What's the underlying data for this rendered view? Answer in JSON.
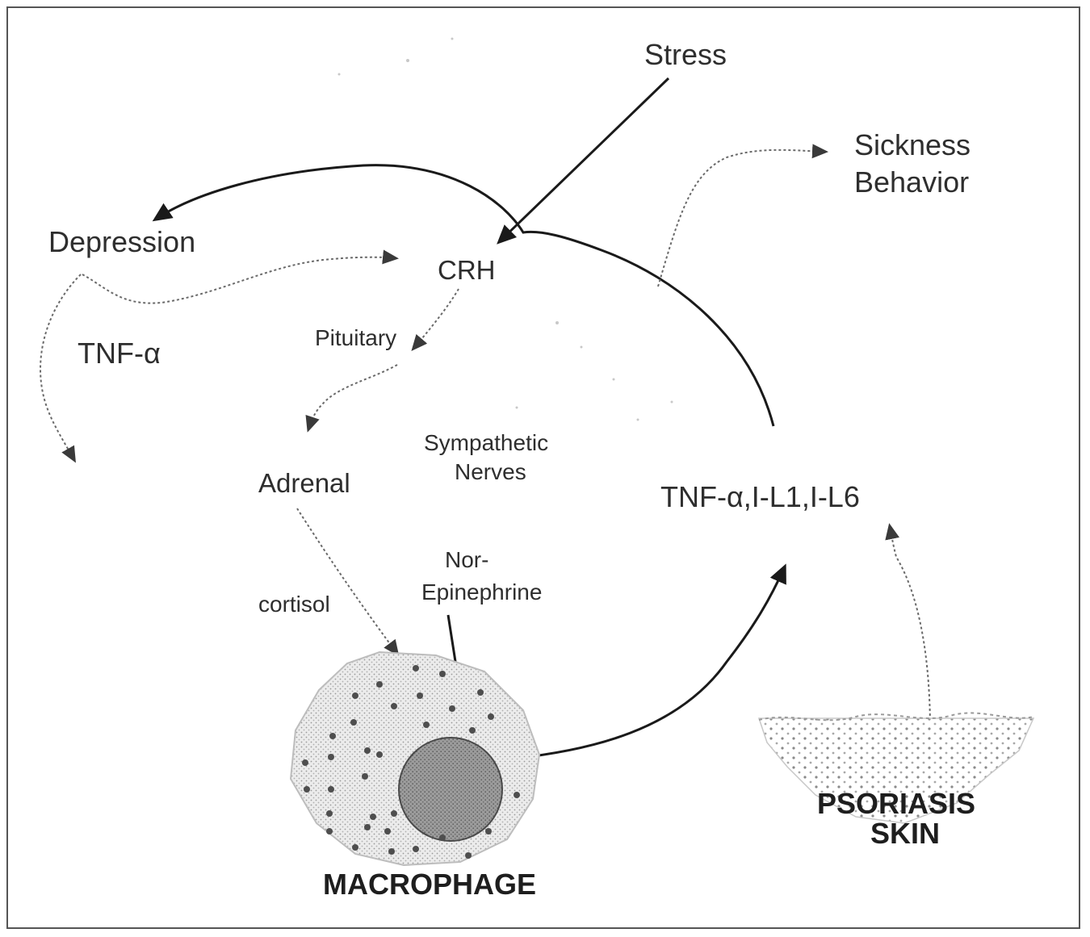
{
  "labels": {
    "stress": "Stress",
    "sickness_line1": "Sickness",
    "sickness_line2": "Behavior",
    "depression": "Depression",
    "crh": "CRH",
    "pituitary": "Pituitary",
    "tnf_left": "TNF-α",
    "sympathetic_line1": "Sympathetic",
    "sympathetic_line2": "Nerves",
    "adrenal": "Adrenal",
    "cytokines": "TNF-α,I-L1,I-L6",
    "nor_line1": "Nor-",
    "nor_line2": "Epinephrine",
    "cortisol": "cortisol",
    "macrophage": "MACROPHAGE",
    "psoriasis_line1": "PSORIASIS",
    "psoriasis_line2": "SKIN"
  },
  "colors": {
    "solid_arrow": "#1a1a1a",
    "dotted_arrow": "#6a6a6a",
    "macrophage_cytoplasm": "#d4d4d4",
    "macrophage_nucleus": "#8c8c8c",
    "granule": "#555555",
    "frame": "#555555"
  }
}
